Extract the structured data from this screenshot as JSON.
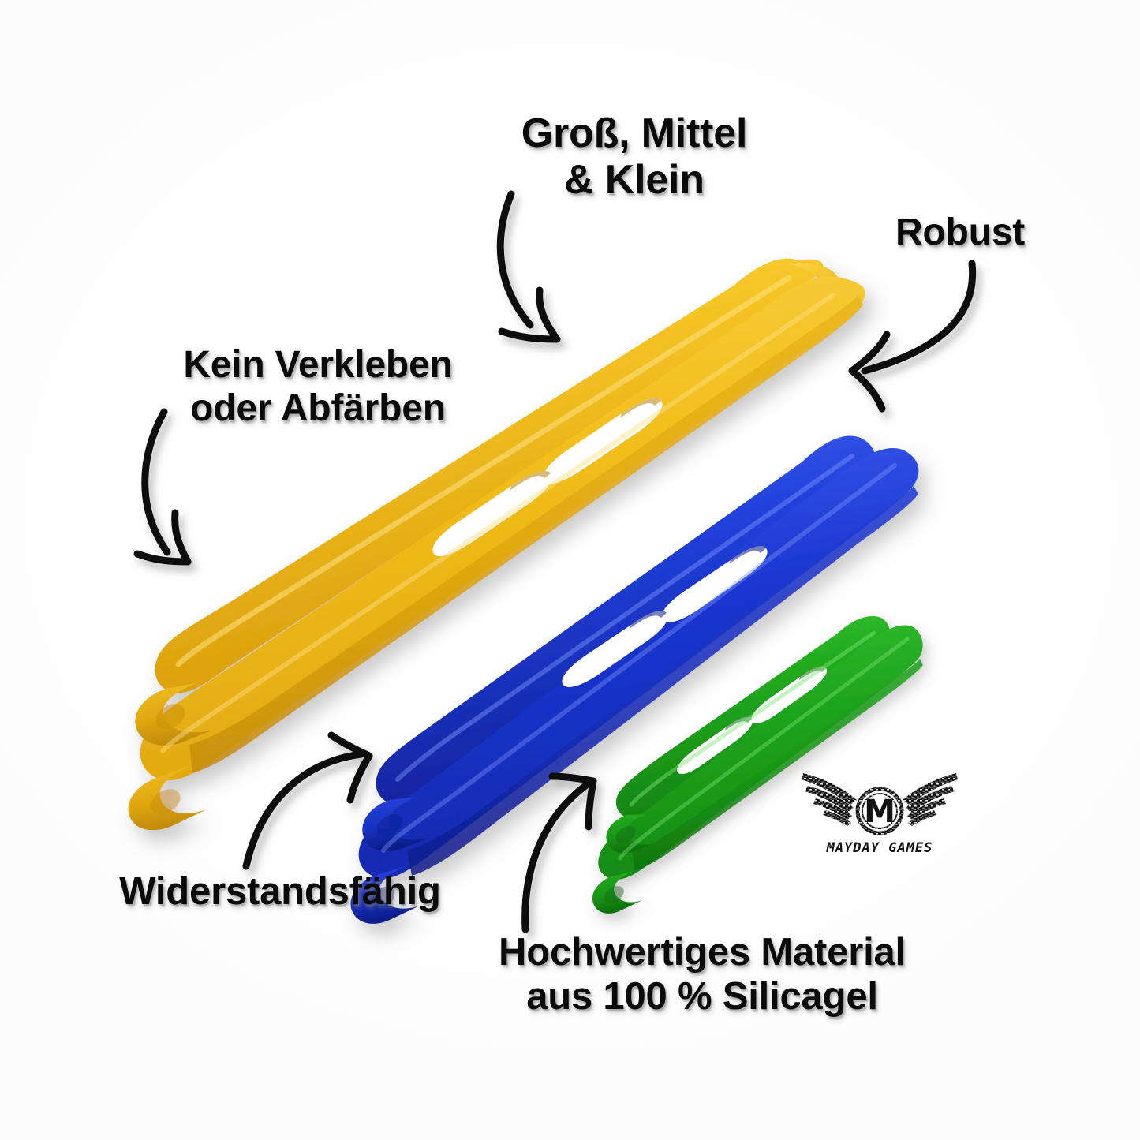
{
  "page": {
    "language": "de",
    "background_color": "#ffffff",
    "product": "Silikon-Gummibänder",
    "brand": "Mayday Games"
  },
  "labels": {
    "size": "Groß, Mittel\n& Klein",
    "non_stick": "Kein Verkleben\noder Abfärben",
    "robust": "Robust",
    "durable": "Widerstandsfähig",
    "material": "Hochwertiges Material\naus 100 % Silicagel"
  },
  "bands": [
    {
      "name": "large-band",
      "size_label": "Groß",
      "color_name": "yellow",
      "color": "#F3BE1C",
      "color_shade": "#D99C0D",
      "color_light": "#FBD856"
    },
    {
      "name": "medium-band",
      "size_label": "Mittel",
      "color_name": "blue",
      "color": "#1A36D2",
      "color_shade": "#0E1F96",
      "color_light": "#3F62F0"
    },
    {
      "name": "small-band",
      "size_label": "Klein",
      "color_name": "green",
      "color": "#1EA41C",
      "color_shade": "#137A12",
      "color_light": "#36C432"
    }
  ],
  "arrows": [
    {
      "name": "arrow-to-large-band",
      "from": "size",
      "points_to": "large-band"
    },
    {
      "name": "arrow-to-band-end",
      "from": "non_stick",
      "points_to": "large-band-loop-end"
    },
    {
      "name": "arrow-to-robust",
      "from": "robust",
      "points_to": "large-band-fold-end"
    },
    {
      "name": "arrow-to-medium-band",
      "from": "durable",
      "points_to": "medium-band"
    },
    {
      "name": "arrow-to-small-band",
      "from": "material",
      "points_to": "small-band"
    }
  ],
  "logo": {
    "wordmark": "MAYDAY GAMES",
    "monogram": "M",
    "color": "#111111"
  }
}
